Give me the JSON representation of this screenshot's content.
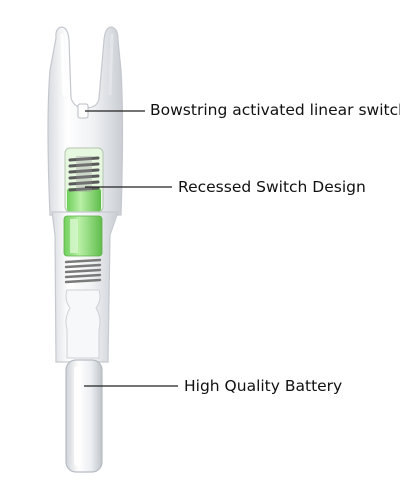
{
  "callouts": {
    "switch": "Bowstring activated linear switch",
    "recessed": "Recessed Switch Design",
    "battery": "High Quality Battery"
  },
  "colors": {
    "housing": "#f4f5f7",
    "housing_edge": "#c9cdd3",
    "switch_green": "#8fe07a",
    "switch_green_dark": "#4cae3a",
    "spring": "#6e6e6e",
    "leader_line": "#222222"
  }
}
